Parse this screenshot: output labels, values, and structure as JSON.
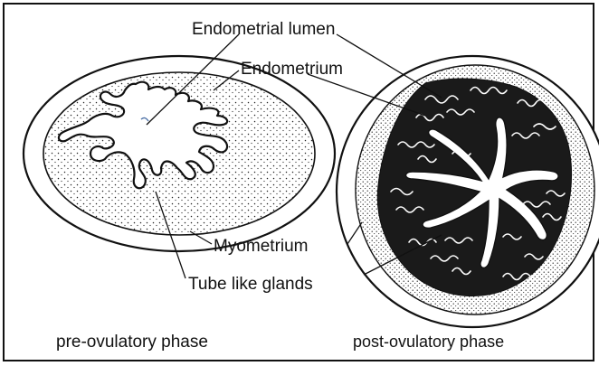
{
  "labels": {
    "endometrial_lumen": "Endometrial lumen",
    "endometrium": "Endometrium",
    "myometrium": "Myometrium",
    "tube_like_glands": "Tube like glands"
  },
  "captions": {
    "pre": "pre-ovulatory phase",
    "post": "post-ovulatory phase"
  },
  "colors": {
    "ink": "#111111",
    "background": "#ffffff"
  }
}
